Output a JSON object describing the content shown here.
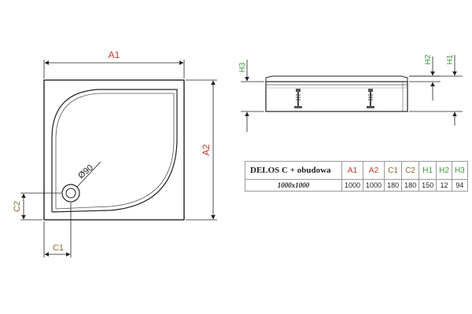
{
  "labels": {
    "a1": "A1",
    "a2": "A2",
    "c1": "C1",
    "c2": "C2",
    "h1": "H1",
    "h2": "H2",
    "h3": "H3",
    "drain": "Ø90"
  },
  "table": {
    "model": "DELOS C + obudowa",
    "headers": [
      "A1",
      "A2",
      "C1",
      "C2",
      "H1",
      "H2",
      "H3"
    ],
    "size": "1000x1000",
    "values": [
      "1000",
      "1000",
      "180",
      "180",
      "150",
      "12",
      "94"
    ]
  },
  "colors": {
    "a_dim": "#c0392b",
    "c_dim": "#8b6a2b",
    "h_dim": "#3a9a3a",
    "line": "#222222"
  }
}
